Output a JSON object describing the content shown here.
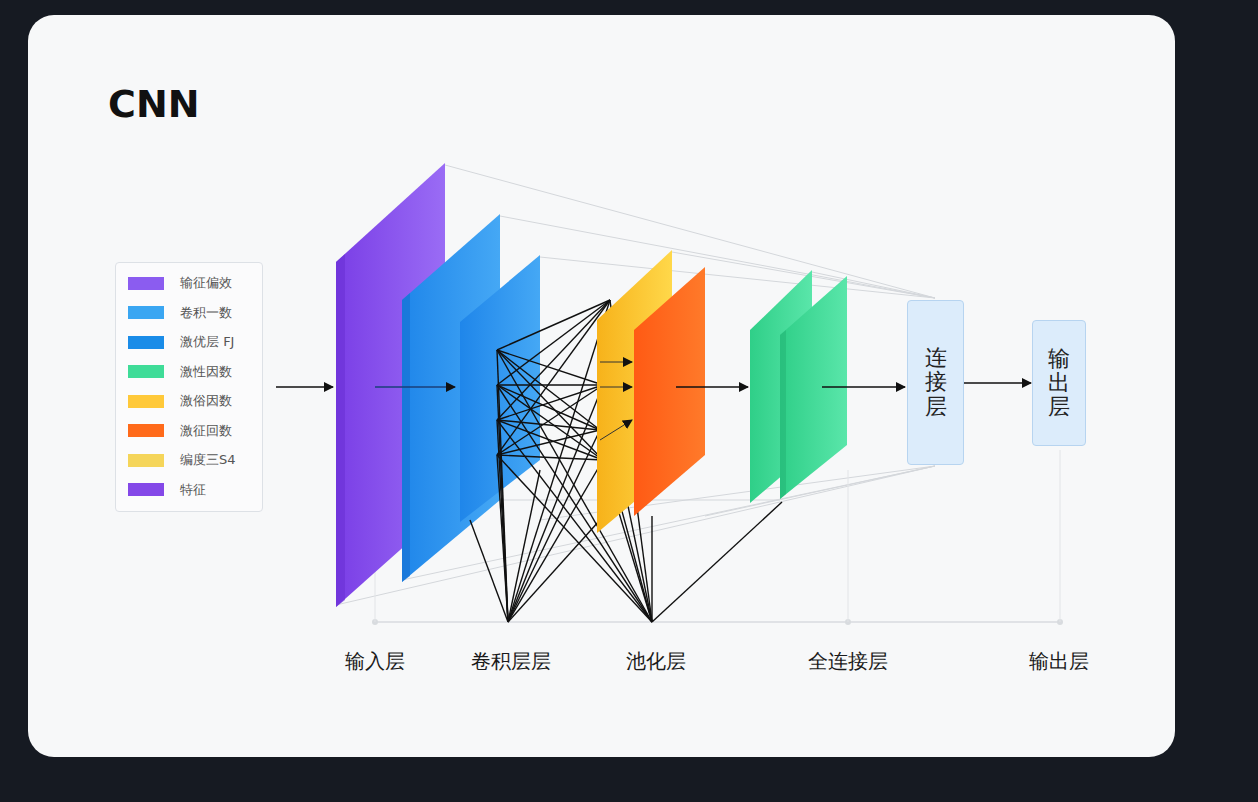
{
  "diagram": {
    "title": "CNN",
    "nodes": [
      {
        "text": [
          "连接层"
        ]
      },
      {
        "text": [
          "输出层"
        ]
      }
    ],
    "edges": [
      {
        "from": 0,
        "to": 1,
        "arrow": "to"
      }
    ],
    "labels": [
      "输入层",
      "卷积层层",
      "池化层",
      "全连接层",
      "输出层"
    ],
    "legend": [
      {
        "text": "输征偏效",
        "color": "#8b5cf0"
      },
      {
        "text": "卷积一数",
        "color": "#3aa6f2"
      },
      {
        "text": "激优层 FJ",
        "color": "#1a8ce8"
      },
      {
        "text": "激性因数",
        "color": "#3fdc98"
      },
      {
        "text": "激俗因数",
        "color": "#ffc93a"
      },
      {
        "text": "激征回数",
        "color": "#ff6a1a"
      },
      {
        "text": "编度三S4",
        "color": "#f5d55a"
      },
      {
        "text": "特征",
        "color": "#8448e8"
      }
    ]
  }
}
